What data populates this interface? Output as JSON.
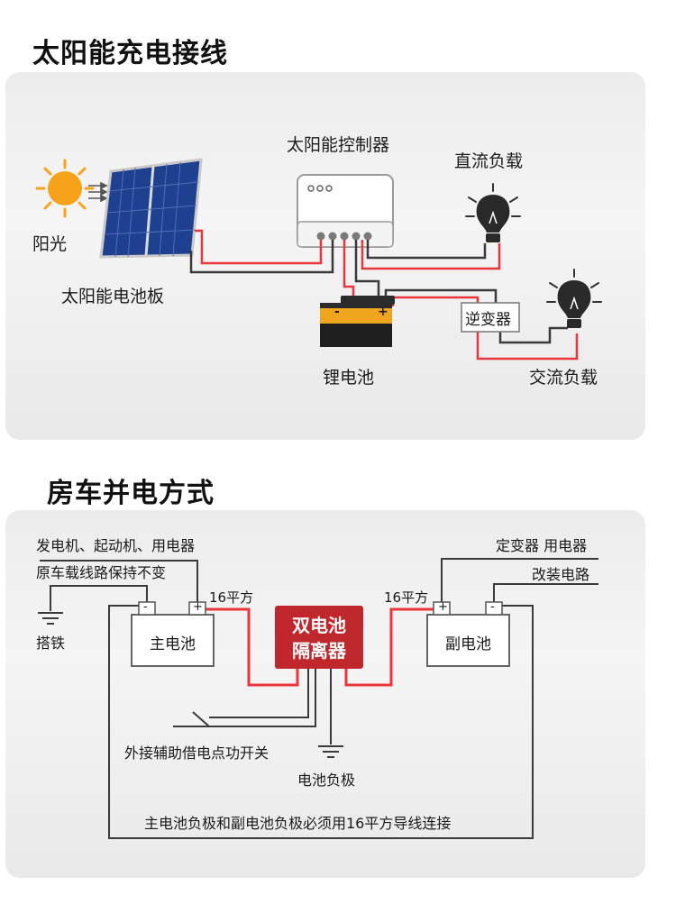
{
  "section1": {
    "title": "太阳能充电接线",
    "labels": {
      "controller": "太阳能控制器",
      "dc_load": "直流负载",
      "sunlight": "阳光",
      "solar_panel": "太阳能电池板",
      "inverter": "逆变器",
      "lithium_battery": "锂电池",
      "ac_load": "交流负载"
    },
    "battery_terminals": [
      "-",
      "+"
    ]
  },
  "section2": {
    "title": "房车并电方式",
    "labels": {
      "generator_devices": "发电机、起动机、用电器",
      "original_wiring": "原车载线路保持不变",
      "ground": "搭铁",
      "main_battery": "主电池",
      "wire_left": "16平方",
      "isolator_line1": "双电池",
      "isolator_line2": "隔离器",
      "wire_right": "16平方",
      "aux_battery": "副电池",
      "fixed_devices": "定变器 用电器",
      "modified_circuit": "改装电路",
      "external_switch": "外接辅助借电点功开关",
      "battery_negative": "电池负极",
      "note": "主电池负极和副电池负极必须用16平方导线连接"
    },
    "terminals": {
      "main_neg": "-",
      "main_pos": "+",
      "aux_pos": "+",
      "aux_neg": "-"
    }
  },
  "colors": {
    "wire_red": "#e8363c",
    "wire_dark": "#3a3a3a",
    "isolator_red": "#c0272d",
    "battery_body": "#1e1e1e",
    "battery_top": "#f0a51e",
    "sun": "#f7a21b",
    "panel_blue": "#1f3f8f"
  },
  "icons": [
    "sun-icon",
    "solar-panel-icon",
    "controller-icon",
    "bulb-icon",
    "battery-icon",
    "ground-icon",
    "switch-icon"
  ]
}
